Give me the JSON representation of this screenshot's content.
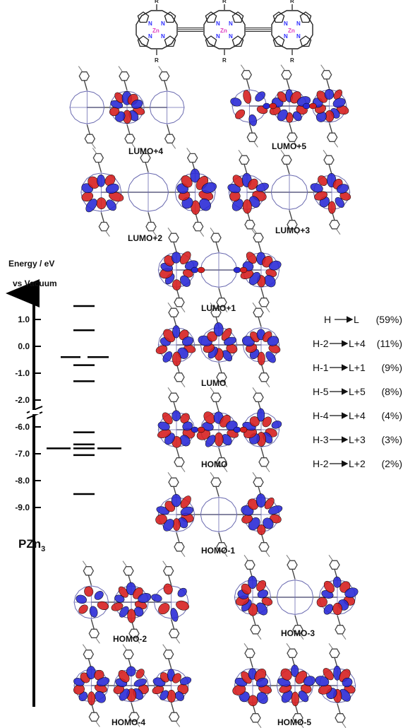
{
  "header_structure": {
    "metal_label": "Zn",
    "n_label": "N",
    "substituent_label": "R"
  },
  "energy_axis": {
    "title_line1": "Energy / eV",
    "title_line2": "vs Vacuum",
    "compound_label": "PZn",
    "compound_subscript": "3",
    "upper_ticks": [
      "1.0",
      "0.0",
      "-1.0",
      "-2.0"
    ],
    "lower_ticks": [
      "-6.0",
      "-7.0",
      "-8.0",
      "-9.0"
    ],
    "levels": [
      {
        "energy": 1.5,
        "column": "center"
      },
      {
        "energy": 0.6,
        "column": "center"
      },
      {
        "energy": -0.4,
        "column": "left"
      },
      {
        "energy": -0.4,
        "column": "right"
      },
      {
        "energy": -0.7,
        "column": "center"
      },
      {
        "energy": -1.3,
        "column": "center"
      },
      {
        "energy": -6.2,
        "column": "center"
      },
      {
        "energy": -6.65,
        "column": "center"
      },
      {
        "energy": -6.8,
        "column": "far-left"
      },
      {
        "energy": -6.8,
        "column": "center"
      },
      {
        "energy": -6.8,
        "column": "far-right"
      },
      {
        "energy": -7.05,
        "column": "center"
      },
      {
        "energy": -8.5,
        "column": "center"
      }
    ]
  },
  "orbitals": {
    "lumo4": "LUMO+4",
    "lumo5": "LUMO+5",
    "lumo2": "LUMO+2",
    "lumo3": "LUMO+3",
    "lumo1": "LUMO+1",
    "lumo": "LUMO",
    "homo": "HOMO",
    "homo1": "HOMO-1",
    "homo2": "HOMO-2",
    "homo3": "HOMO-3",
    "homo4": "HOMO-4",
    "homo5": "HOMO-5"
  },
  "transitions": [
    {
      "from": "H",
      "to": "L",
      "pct": "(59%)"
    },
    {
      "from": "H-2",
      "to": "L+4",
      "pct": "(11%)"
    },
    {
      "from": "H-1",
      "to": "L+1",
      "pct": "(9%)"
    },
    {
      "from": "H-5",
      "to": "L+5",
      "pct": "(8%)"
    },
    {
      "from": "H-4",
      "to": "L+4",
      "pct": "(4%)"
    },
    {
      "from": "H-3",
      "to": "L+3",
      "pct": "(3%)"
    },
    {
      "from": "H-2",
      "to": "L+2",
      "pct": "(2%)"
    }
  ],
  "colors": {
    "lobe_positive": "#d62020",
    "lobe_negative": "#2b2bd6",
    "bond": "#555555",
    "metal": "#e040c0",
    "nitrogen": "#3030ff",
    "axis": "#000000"
  }
}
